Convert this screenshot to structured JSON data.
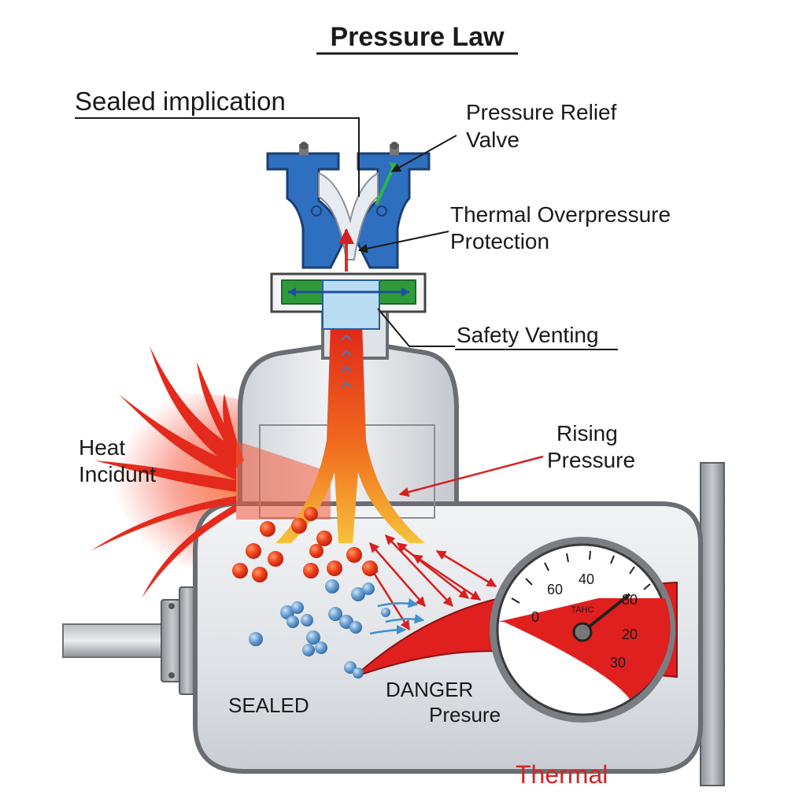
{
  "title": "Pressure Law",
  "labels": {
    "sealed_implication": "Sealed implication",
    "relief_valve_line1": "Pressure Relief",
    "relief_valve_line2": "Valve",
    "thermal_overpressure_line1": "Thermal Overpressure",
    "thermal_overpressure_line2": "Protection",
    "safety_venting": "Safety Venting",
    "heat_line1": "Heat",
    "heat_line2": "Incidunt",
    "rising_line1": "Rising",
    "rising_line2": "Pressure",
    "sealed": "SEALED",
    "danger_line1": "DANGER",
    "danger_line2": "Presure",
    "thermal": "Thermal"
  },
  "gauge": {
    "ticks": [
      "60",
      "40",
      "80",
      "0",
      "20",
      "30"
    ],
    "unit": "TAHC"
  },
  "colors": {
    "vessel": "#d8dbdf",
    "vessel_outline": "#6e7276",
    "valve_blue": "#2f6fbf",
    "seal_green": "#2c9a35",
    "heat_red": "#e5261c",
    "flame_orange": "#f39a1e",
    "molecule_blue": "#4f8ec8",
    "danger_red": "#e01f1f",
    "thermal_text": "#d42424"
  }
}
